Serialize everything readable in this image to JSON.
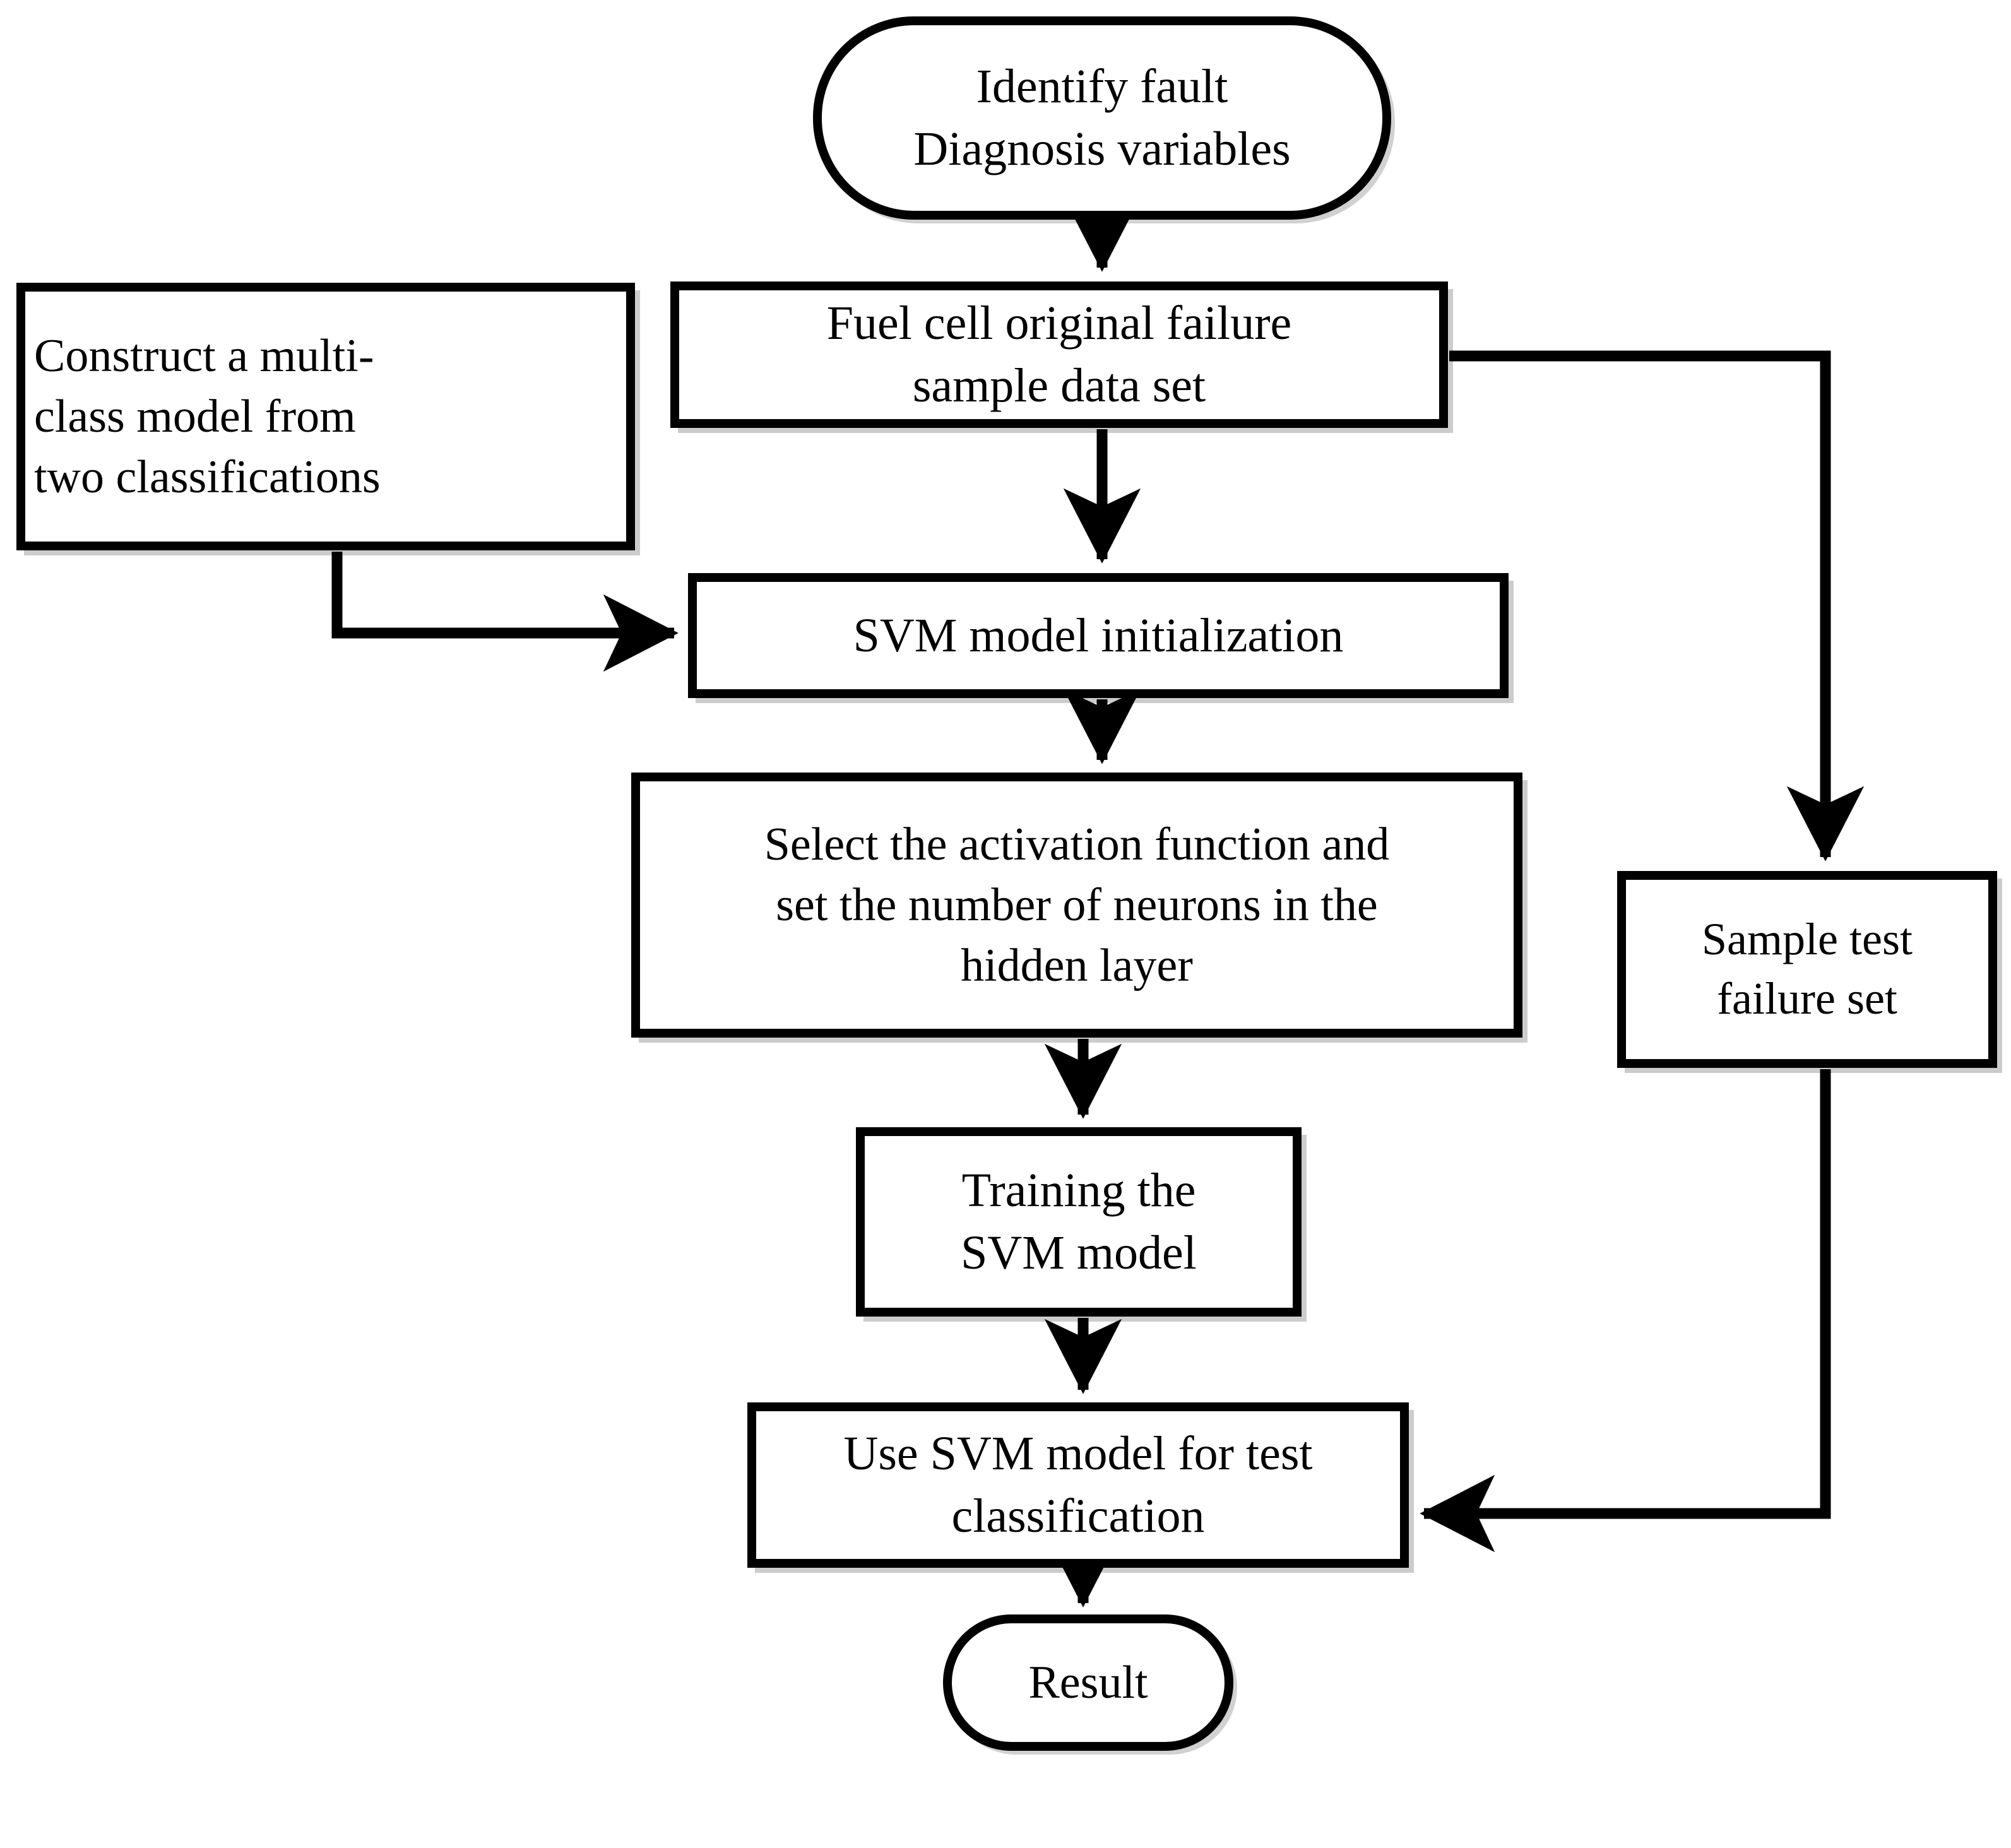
{
  "diagram": {
    "type": "flowchart",
    "orientation": "top-to-bottom",
    "background_color": "#ffffff",
    "line_color": "#000000",
    "text_color": "#000000",
    "nodes": [
      {
        "id": "start",
        "shape": "terminal",
        "label": "Identify fault\nDiagnosis variables",
        "align": "center"
      },
      {
        "id": "construct",
        "shape": "process",
        "label": "Construct a multi-\nclass model from\ntwo classifications",
        "align": "left"
      },
      {
        "id": "dataset",
        "shape": "process",
        "label": "Fuel cell original failure\nsample data set",
        "align": "center"
      },
      {
        "id": "svm_init",
        "shape": "process",
        "label": "SVM model initialization",
        "align": "center"
      },
      {
        "id": "activation",
        "shape": "process",
        "label": "Select the activation function and\nset the number of neurons in the\nhidden layer",
        "align": "center"
      },
      {
        "id": "sample_test",
        "shape": "process",
        "label": "Sample test\nfailure set",
        "align": "center"
      },
      {
        "id": "training",
        "shape": "process",
        "label": "Training the\nSVM model",
        "align": "center"
      },
      {
        "id": "use_svm",
        "shape": "process",
        "label": "Use SVM model for test\nclassification",
        "align": "center"
      },
      {
        "id": "result",
        "shape": "terminal",
        "label": "Result",
        "align": "center"
      }
    ],
    "edges": [
      {
        "id": "start-to-dataset",
        "from": "start",
        "to": "dataset",
        "style": "straight-down"
      },
      {
        "id": "dataset-to-svm-init",
        "from": "dataset",
        "to": "svm_init",
        "style": "straight-down"
      },
      {
        "id": "construct-to-svm-init",
        "from": "construct",
        "to": "svm_init",
        "style": "elbow-down-right"
      },
      {
        "id": "svm-init-to-activation",
        "from": "svm_init",
        "to": "activation",
        "style": "straight-down"
      },
      {
        "id": "activation-to-training",
        "from": "activation",
        "to": "training",
        "style": "straight-down"
      },
      {
        "id": "training-to-use-svm",
        "from": "training",
        "to": "use_svm",
        "style": "straight-down"
      },
      {
        "id": "dataset-to-sample-test",
        "from": "dataset",
        "to": "sample_test",
        "style": "elbow-right-down"
      },
      {
        "id": "sample-test-to-use-svm",
        "from": "sample_test",
        "to": "use_svm",
        "style": "elbow-down-left"
      },
      {
        "id": "use-svm-to-result",
        "from": "use_svm",
        "to": "result",
        "style": "straight-down"
      }
    ]
  }
}
